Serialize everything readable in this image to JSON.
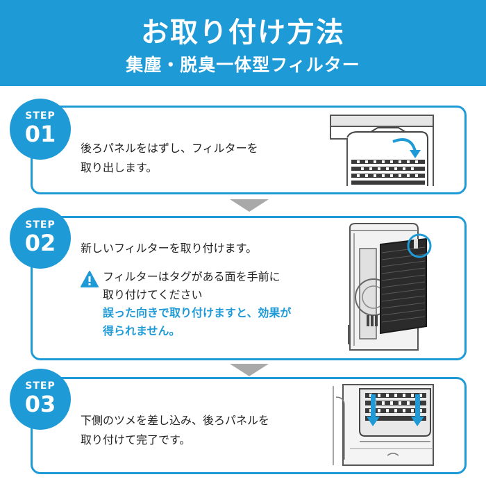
{
  "header": {
    "title": "お取り付け方法",
    "subtitle": "集塵・脱臭一体型フィルター"
  },
  "steps": [
    {
      "label": "STEP",
      "number": "01",
      "lines": [
        "後ろパネルをはずし、フィルターを",
        "取り出します。"
      ]
    },
    {
      "label": "STEP",
      "number": "02",
      "lines": [
        "新しいフィルターを取り付けます。"
      ],
      "warning": {
        "lines": [
          "フィルターはタグがある面を手前に",
          "取り付けてください"
        ],
        "alert_lines": [
          "誤った向きで取り付けますと、効果が",
          "得られません。"
        ]
      }
    },
    {
      "label": "STEP",
      "number": "03",
      "lines": [
        "下側のツメを差し込み、後ろパネルを",
        "取り付けて完了です。"
      ]
    }
  ],
  "colors": {
    "accent": "#1e9ad6",
    "arrow": "#a9a9a9",
    "text": "#222222"
  },
  "icons": {
    "warning": "warning-triangle-icon",
    "arrow": "down-arrow-icon"
  }
}
